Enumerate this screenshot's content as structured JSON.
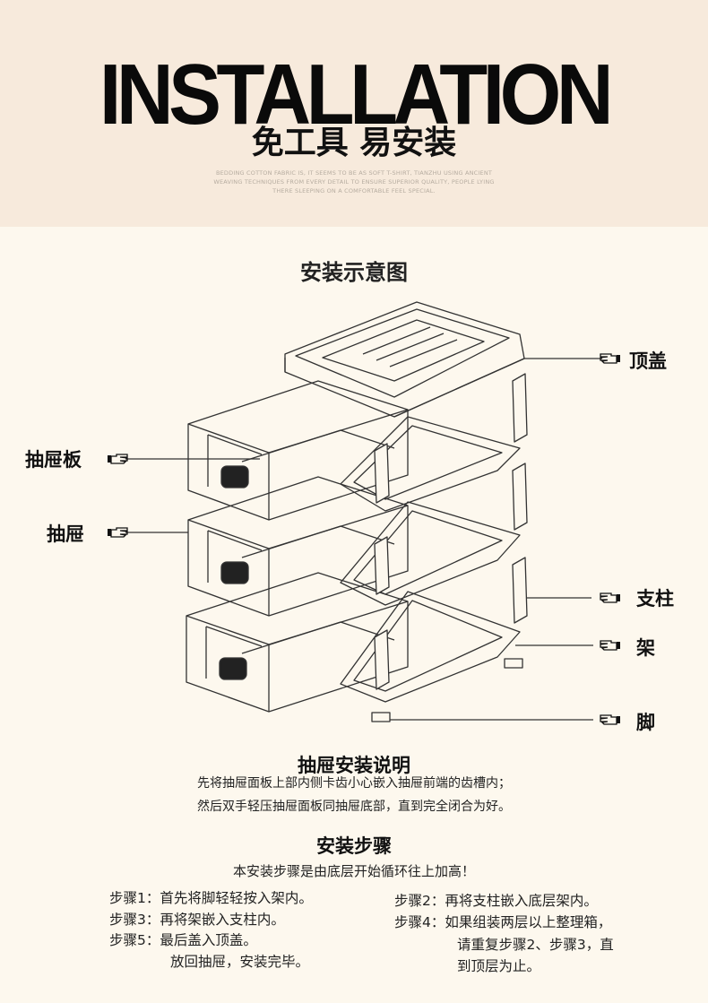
{
  "header": {
    "title": "INSTALLATION",
    "subtitle": "免工具 易安装",
    "fine_print": [
      "BEDDING COTTON FABRIC IS, IT SEEMS TO BE AS SOFT T-SHIRT, TIANZHU USING ANCIENT",
      "WEAVING TECHNIQUES FROM EVERY DETAIL TO ENSURE SUPERIOR QUALITY, PEOPLE LYING",
      "THERE SLEEPING ON A COMFORTABLE FEEL SPECIAL."
    ]
  },
  "diagram": {
    "title": "安装示意图",
    "labels": {
      "top_cover": "顶盖",
      "drawer_panel": "抽屉板",
      "drawer": "抽屉",
      "pillar": "支柱",
      "frame": "架",
      "foot": "脚"
    }
  },
  "drawer_instructions": {
    "title": "抽屉安装说明",
    "lines": [
      "先将抽屉面板上部内侧卡齿小心嵌入抽屉前端的齿槽内；",
      "然后双手轻压抽屉面板同抽屉底部，直到完全闭合为好。"
    ]
  },
  "install_steps": {
    "title": "安装步骤",
    "intro": "本安装步骤是由底层开始循环往上加高！",
    "steps": [
      {
        "label": "步骤1：",
        "text": "首先将脚轻轻按入架内。"
      },
      {
        "label": "步骤2：",
        "text": "再将支柱嵌入底层架内。"
      },
      {
        "label": "步骤3：",
        "text": "再将架嵌入支柱内。"
      },
      {
        "label": "步骤4：",
        "text": "如果组装两层以上整理箱，",
        "cont": [
          "请重复步骤2、步骤3，直",
          "到顶层为止。"
        ]
      },
      {
        "label": "步骤5：",
        "text": "最后盖入顶盖。",
        "cont": [
          "放回抽屉，安装完毕。"
        ]
      }
    ]
  }
}
